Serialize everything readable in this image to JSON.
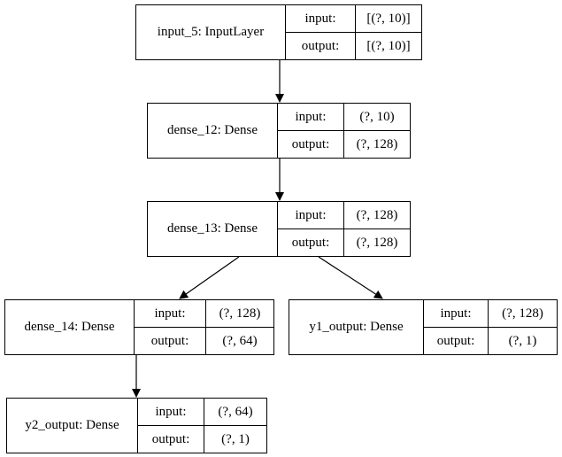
{
  "diagram": {
    "io_labels": {
      "input": "input:",
      "output": "output:"
    },
    "nodes": [
      {
        "id": "input_5",
        "name": "input_5: InputLayer",
        "input": "[(?, 10)]",
        "output": "[(?, 10)]"
      },
      {
        "id": "dense_12",
        "name": "dense_12: Dense",
        "input": "(?, 10)",
        "output": "(?, 128)"
      },
      {
        "id": "dense_13",
        "name": "dense_13: Dense",
        "input": "(?, 128)",
        "output": "(?, 128)"
      },
      {
        "id": "dense_14",
        "name": "dense_14: Dense",
        "input": "(?, 128)",
        "output": "(?, 64)"
      },
      {
        "id": "y1_output",
        "name": "y1_output: Dense",
        "input": "(?, 128)",
        "output": "(?, 1)"
      },
      {
        "id": "y2_output",
        "name": "y2_output: Dense",
        "input": "(?, 64)",
        "output": "(?, 1)"
      }
    ],
    "edges": [
      {
        "from": "input_5",
        "to": "dense_12"
      },
      {
        "from": "dense_12",
        "to": "dense_13"
      },
      {
        "from": "dense_13",
        "to": "dense_14"
      },
      {
        "from": "dense_13",
        "to": "y1_output"
      },
      {
        "from": "dense_14",
        "to": "y2_output"
      }
    ]
  }
}
